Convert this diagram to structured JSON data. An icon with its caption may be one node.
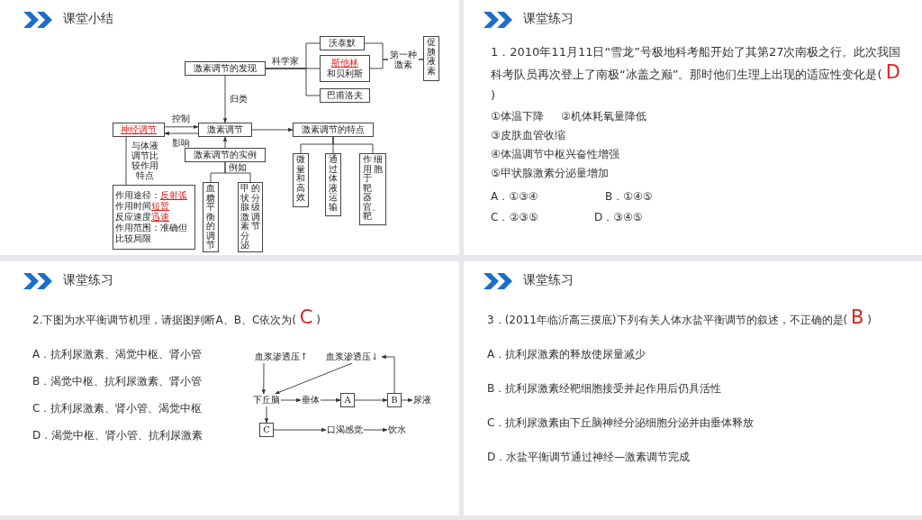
{
  "diagram": {
    "nodes": [
      {
        "text": [
          "激素调节的发现"
        ]
      },
      {
        "text": [
          "沃泰默"
        ]
      },
      {
        "text": [
          "**斯他林**",
          "和贝利斯"
        ]
      },
      {
        "text": [
          "巴甫洛夫"
        ]
      },
      {
        "text": [
          "促胰液素"
        ]
      },
      {
        "text": [
          "神经调节"
        ]
      },
      {
        "text": [
          "激素调节"
        ]
      },
      {
        "text": [
          "激素调节的特点"
        ]
      },
      {
        "text": [
          "激素调节的实例"
        ]
      },
      {
        "text": [
          "作用途径：**反射弧**",
          "作用时间**短暂**",
          "反应速度**迅速**",
          "作用范围：准确但比较局限"
        ]
      },
      {
        "text": [
          "血糖平衡的调节"
        ]
      },
      {
        "text": [
          "甲状腺激素分泌的分级调节"
        ]
      },
      {
        "text": [
          "微量和高效"
        ]
      },
      {
        "text": [
          "通过体液运输"
        ]
      },
      {
        "text": [
          "作用于靶器官、靶细胞"
        ]
      },
      {
        "text": [
          "血浆渗透压↑"
        ]
      },
      {
        "text": [
          "血浆渗透压↓"
        ]
      },
      {
        "text": [
          "下丘脑"
        ]
      },
      {
        "text": [
          "垂体"
        ]
      },
      {
        "text": [
          "A"
        ]
      },
      {
        "text": [
          "B"
        ]
      },
      {
        "text": [
          "尿液"
        ]
      },
      {
        "text": [
          "C"
        ]
      },
      {
        "text": [
          "口渴感觉"
        ]
      },
      {
        "text": [
          "饮水"
        ]
      }
    ],
    "edges": [
      {
        "from": 0,
        "to": 1,
        "arrow": "none",
        "label": "科学家"
      },
      {
        "from": 0,
        "to": 2,
        "arrow": "none"
      },
      {
        "from": 0,
        "to": 3,
        "arrow": "none"
      },
      {
        "from": 1,
        "to": 4,
        "arrow": "none",
        "label": "第一种激素"
      },
      {
        "from": 2,
        "to": 4,
        "arrow": "none"
      },
      {
        "from": 0,
        "to": 6,
        "arrow": "to",
        "label": "归类"
      },
      {
        "from": 5,
        "to": 6,
        "arrow": "to",
        "label": "控制"
      },
      {
        "from": 6,
        "to": 5,
        "arrow": "to",
        "label": "影响"
      },
      {
        "from": 6,
        "to": 7,
        "arrow": "to"
      },
      {
        "from": 5,
        "to": 9,
        "arrow": "none",
        "label": "与体液调节比较作用特点"
      },
      {
        "from": 8,
        "to": 6,
        "arrow": "to"
      },
      {
        "from": 8,
        "to": 10,
        "arrow": "none",
        "label": "例如"
      },
      {
        "from": 8,
        "to": 11,
        "arrow": "none"
      },
      {
        "from": 7,
        "to": 12,
        "arrow": "none"
      },
      {
        "from": 7,
        "to": 13,
        "arrow": "none"
      },
      {
        "from": 7,
        "to": 14,
        "arrow": "none"
      },
      {
        "from": 15,
        "to": 17,
        "arrow": "to"
      },
      {
        "from": 16,
        "to": 17,
        "arrow": "to"
      },
      {
        "from": 17,
        "to": 18,
        "arrow": "to"
      },
      {
        "from": 18,
        "to": 19,
        "arrow": "to"
      },
      {
        "from": 19,
        "to": 20,
        "arrow": "to"
      },
      {
        "from": 20,
        "to": 21,
        "arrow": "to"
      },
      {
        "from": 20,
        "to": 16,
        "arrow": "to"
      },
      {
        "from": 17,
        "to": 22,
        "arrow": "to"
      },
      {
        "from": 22,
        "to": 23,
        "arrow": "to"
      },
      {
        "from": 23,
        "to": 24,
        "arrow": "to"
      }
    ],
    "labels": [
      "课堂小结",
      "课堂练习",
      "1．2010年11月11日“雪龙”号极地科考船开始了其第27次南极之行。此次我国科考队员再次登上了南极“冰盖之巅”。那时他们生理上出现的适应性变化是( **D** )",
      "①体温下降",
      "②机体耗氧量降低",
      "③皮肤血管收缩",
      "④体温调节中枢兴奋性增强",
      "⑤甲状腺激素分泌量增加",
      "A．①③④",
      "B．①④⑤",
      "C．②③⑤",
      "D．③④⑤",
      "课堂练习",
      "2.下图为水平衡调节机理，请据图判断A、B、C依次为( **C** )",
      "A．抗利尿激素、渴觉中枢、肾小管",
      "B．渴觉中枢、抗利尿激素、肾小管",
      "C．抗利尿激素、肾小管、渴觉中枢",
      "D．渴觉中枢、肾小管、抗利尿激素",
      "课堂练习",
      "3．(2011年临沂高三摸底)下列有关人体水盐平衡调节的叙述，不正确的是( **B** )",
      "A．抗利尿激素的释放使尿量减少",
      "B．抗利尿激素经靶细胞接受并起作用后仍具活性",
      "C．抗利尿激素由下丘脑神经分泌细胞分泌并由垂体释放",
      "D．水盐平衡调节通过神经—激素调节完成"
    ]
  }
}
